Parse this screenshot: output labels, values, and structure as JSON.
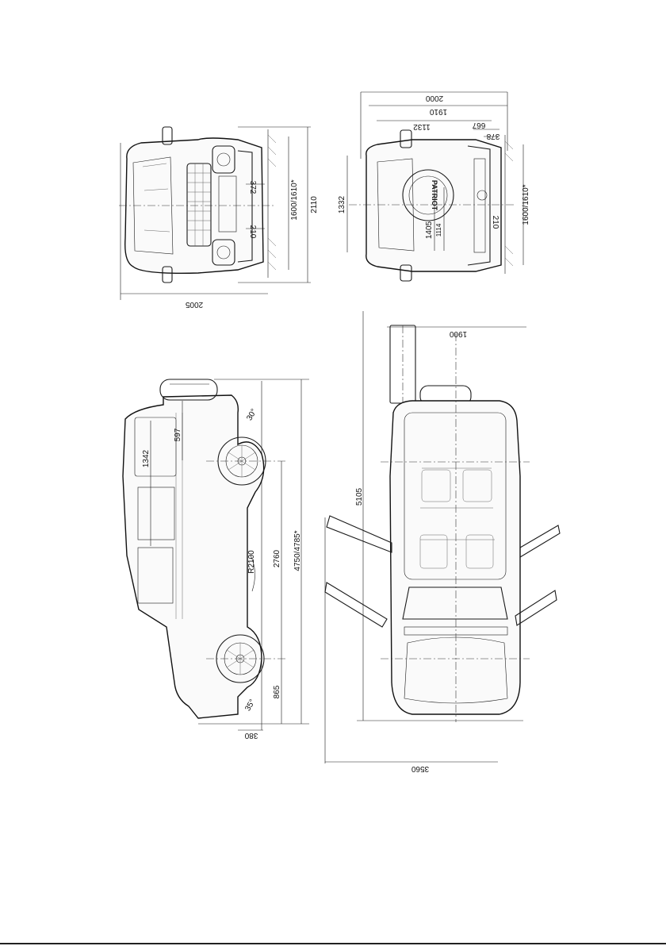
{
  "front_view": {
    "dimensions": {
      "height_total": "2110",
      "track_height": "1600/1610*",
      "width_mirrors": "2005",
      "approach": "372",
      "ground": "210"
    }
  },
  "rear_view": {
    "dimensions": {
      "width_2000": "2000",
      "width_1910": "1910",
      "width_1132": "1132",
      "width_667": "667",
      "width_378": "378",
      "height_1332": "1332",
      "height_1405": "1405",
      "height_1114": "1114",
      "track": "1600/1610*",
      "ground": "210",
      "spare_label": "PATRIOT"
    }
  },
  "side_view": {
    "dimensions": {
      "length": "4750/4785*",
      "wheelbase": "2760",
      "front_overhang": "865",
      "rear_overhang": "597",
      "door_height": "1342",
      "turn_radius": "R2100",
      "rear_angle": "30°",
      "front_angle": "35°",
      "bumper": "380"
    }
  },
  "top_view": {
    "dimensions": {
      "length_doors": "5105",
      "width": "1900",
      "width_doors_open": "3560"
    }
  }
}
